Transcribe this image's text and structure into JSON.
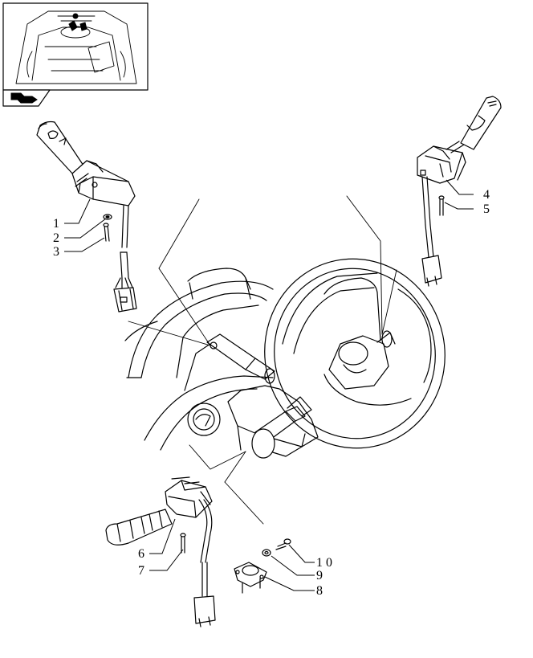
{
  "callouts": [
    {
      "id": "c1",
      "label": "1"
    },
    {
      "id": "c2",
      "label": "2"
    },
    {
      "id": "c3",
      "label": "3"
    },
    {
      "id": "c4",
      "label": "4"
    },
    {
      "id": "c5",
      "label": "5"
    },
    {
      "id": "c6",
      "label": "6"
    },
    {
      "id": "c7",
      "label": "7"
    },
    {
      "id": "c8",
      "label": "8"
    },
    {
      "id": "c9",
      "label": "9"
    },
    {
      "id": "c10",
      "label": "1 0"
    }
  ],
  "icons": {
    "thumbnail": "tractor-cab-overview-thumbnail",
    "nav": "arrow-right-icon"
  }
}
